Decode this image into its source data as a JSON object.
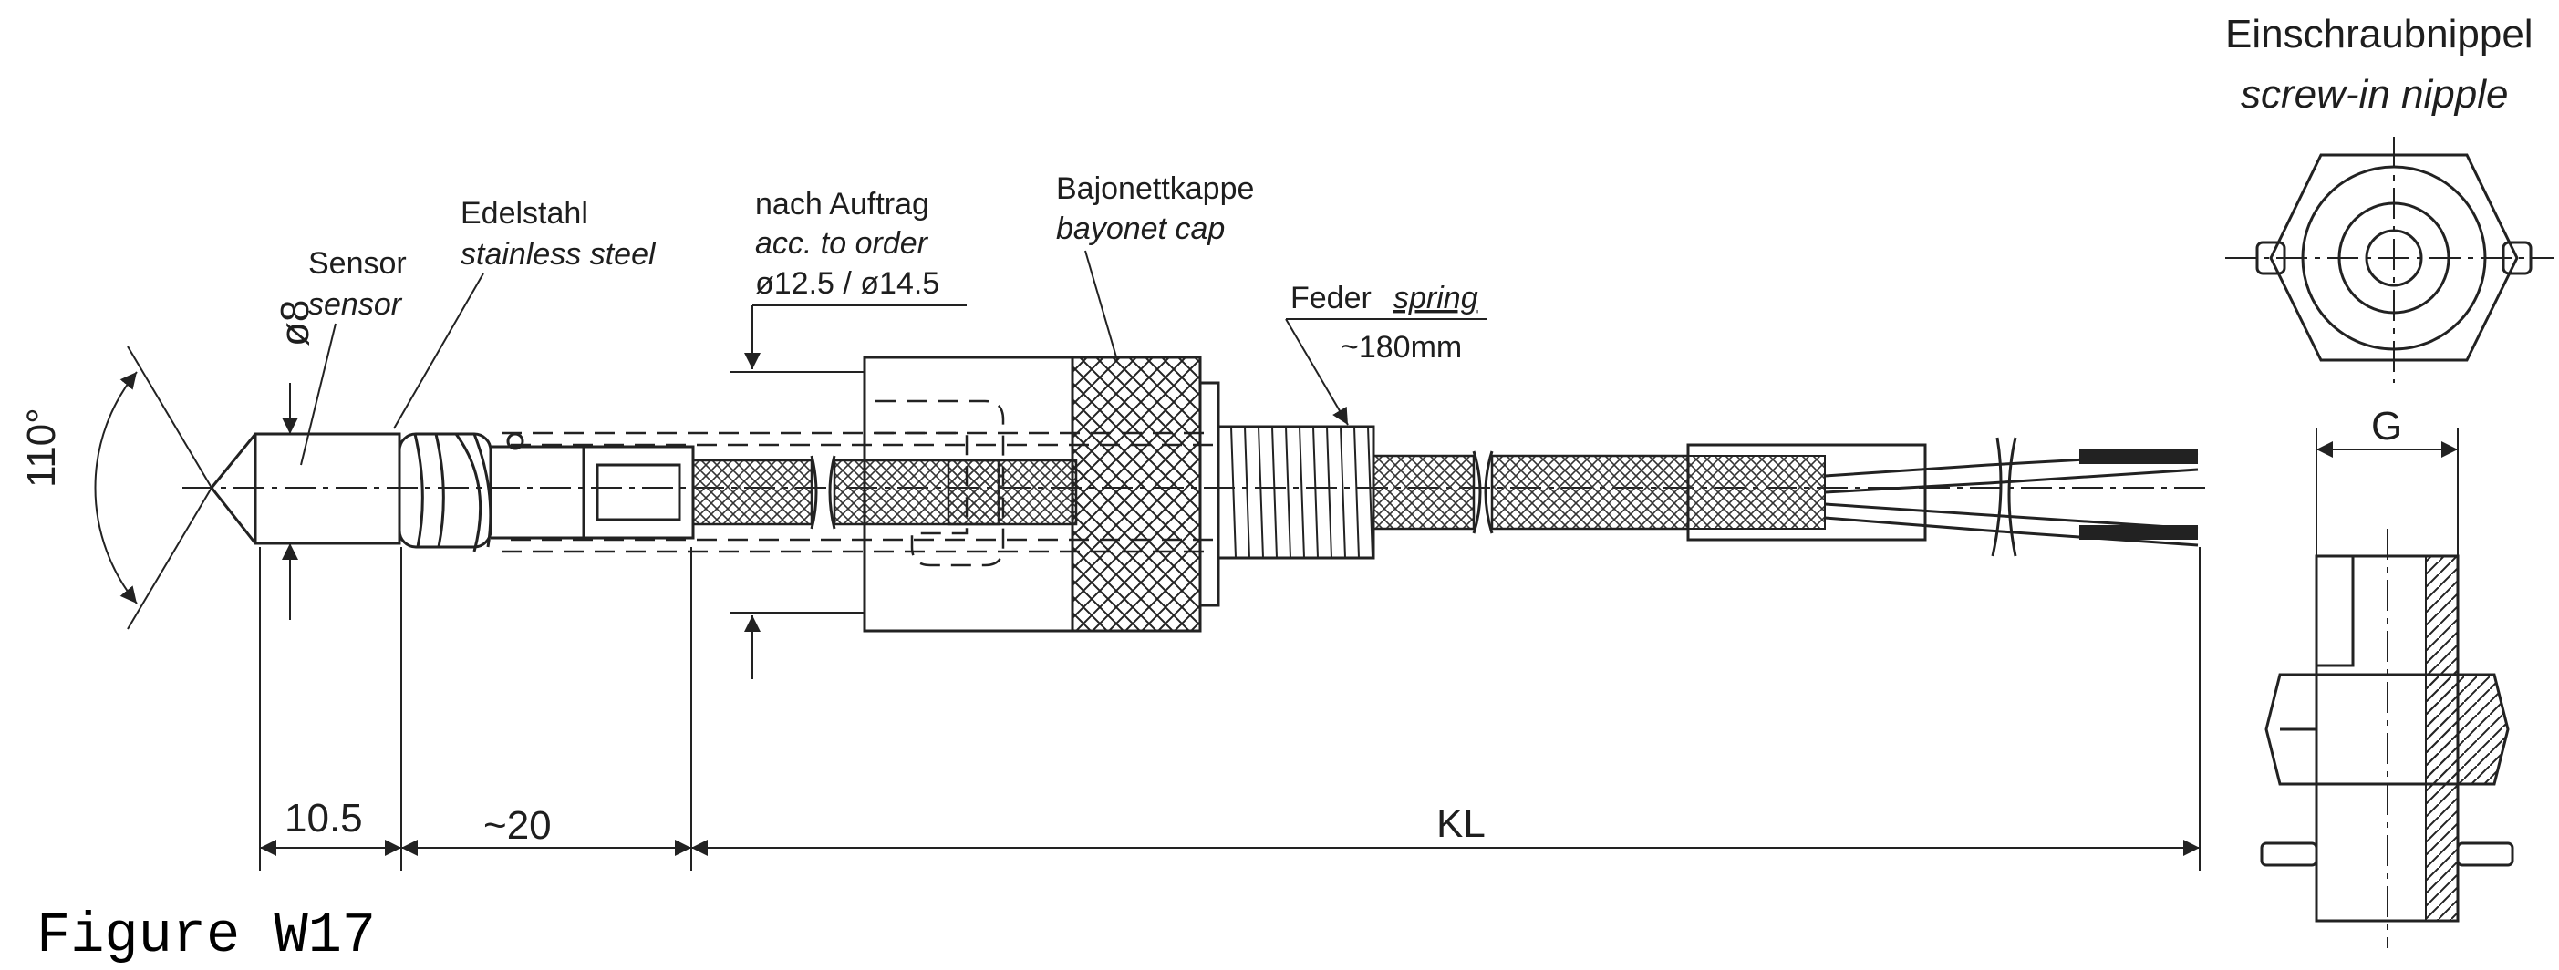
{
  "labels": {
    "screw_nipple_de": "Einschraubnippel",
    "screw_nipple_en": "screw-in nipple",
    "material_de": "Edelstahl",
    "material_en": "stainless steel",
    "sensor_de": "Sensor",
    "sensor_en": "sensor",
    "order_de": "nach Auftrag",
    "order_en": "acc. to order",
    "order_dia": "ø12.5 / ø14.5",
    "cap_de": "Bajonettkappe",
    "cap_en": "bayonet cap",
    "spring_de": "Feder",
    "spring_en": "spring",
    "spring_len": "~180mm",
    "dia": "ø8",
    "angle": "110°",
    "thread": "G"
  },
  "dimensions": {
    "tip_len": "10.5",
    "gap_len": "~20",
    "cable_len": "KL"
  },
  "caption": "Figure W17",
  "colors": {
    "line": "#222222",
    "text": "#1e1e1e"
  }
}
